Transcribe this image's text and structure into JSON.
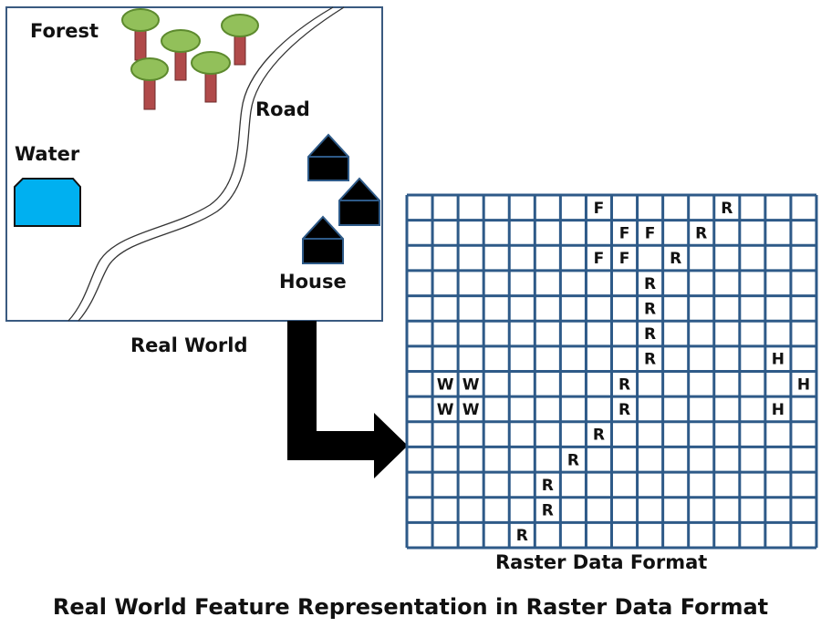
{
  "map": {
    "labels": {
      "forest": "Forest",
      "road": "Road",
      "water": "Water",
      "house": "House"
    },
    "caption": "Real World",
    "colors": {
      "tree_crown": "#92c05a",
      "tree_trunk": "#b04a4a",
      "water": "#00b0f0",
      "house": "#000000",
      "border": "#3a5a80"
    }
  },
  "raster": {
    "caption": "Raster Data Format",
    "columns": 16,
    "rows": 14,
    "grid_color": "#2e5a88",
    "cells": [
      {
        "row": 0,
        "col": 7,
        "value": "F"
      },
      {
        "row": 0,
        "col": 12,
        "value": "R"
      },
      {
        "row": 1,
        "col": 8,
        "value": "F"
      },
      {
        "row": 1,
        "col": 9,
        "value": "F"
      },
      {
        "row": 1,
        "col": 11,
        "value": "R"
      },
      {
        "row": 2,
        "col": 7,
        "value": "F"
      },
      {
        "row": 2,
        "col": 8,
        "value": "F"
      },
      {
        "row": 2,
        "col": 10,
        "value": "R"
      },
      {
        "row": 3,
        "col": 9,
        "value": "R"
      },
      {
        "row": 4,
        "col": 9,
        "value": "R"
      },
      {
        "row": 5,
        "col": 9,
        "value": "R"
      },
      {
        "row": 6,
        "col": 9,
        "value": "R"
      },
      {
        "row": 6,
        "col": 14,
        "value": "H"
      },
      {
        "row": 7,
        "col": 1,
        "value": "W"
      },
      {
        "row": 7,
        "col": 2,
        "value": "W"
      },
      {
        "row": 7,
        "col": 8,
        "value": "R"
      },
      {
        "row": 7,
        "col": 15,
        "value": "H"
      },
      {
        "row": 8,
        "col": 1,
        "value": "W"
      },
      {
        "row": 8,
        "col": 2,
        "value": "W"
      },
      {
        "row": 8,
        "col": 8,
        "value": "R"
      },
      {
        "row": 8,
        "col": 14,
        "value": "H"
      },
      {
        "row": 9,
        "col": 7,
        "value": "R"
      },
      {
        "row": 10,
        "col": 6,
        "value": "R"
      },
      {
        "row": 11,
        "col": 5,
        "value": "R"
      },
      {
        "row": 12,
        "col": 5,
        "value": "R"
      },
      {
        "row": 13,
        "col": 4,
        "value": "R"
      }
    ]
  },
  "title": "Real World Feature Representation in Raster Data Format"
}
